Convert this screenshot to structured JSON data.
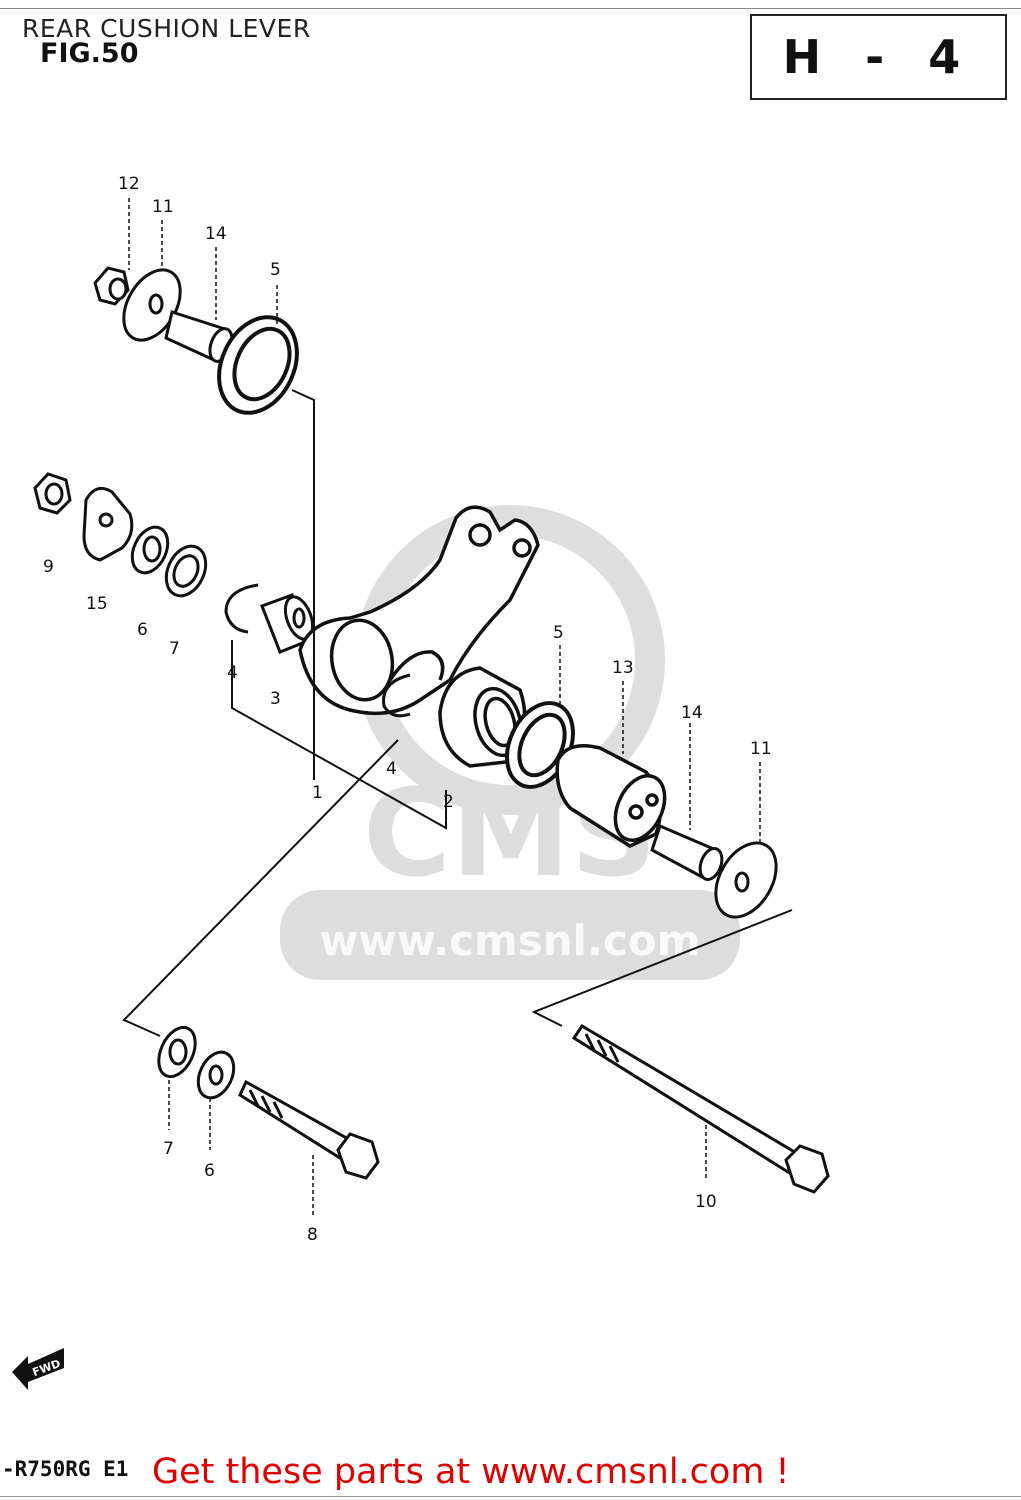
{
  "header": {
    "title": "REAR CUSHION LEVER",
    "figure": "FIG.50",
    "code": "H - 4"
  },
  "footer": {
    "model": "-R750RG E1",
    "promo": "Get these parts at www.cmsnl.com !"
  },
  "watermark": {
    "text": "www.cmsnl.com",
    "logo_text": "CMS"
  },
  "fwd_label": "FWD",
  "callouts": [
    "12",
    "11",
    "14",
    "5",
    "9",
    "15",
    "6",
    "7",
    "4",
    "3",
    "1",
    "4",
    "2",
    "5",
    "13",
    "14",
    "11",
    "7",
    "6",
    "8",
    "10"
  ]
}
